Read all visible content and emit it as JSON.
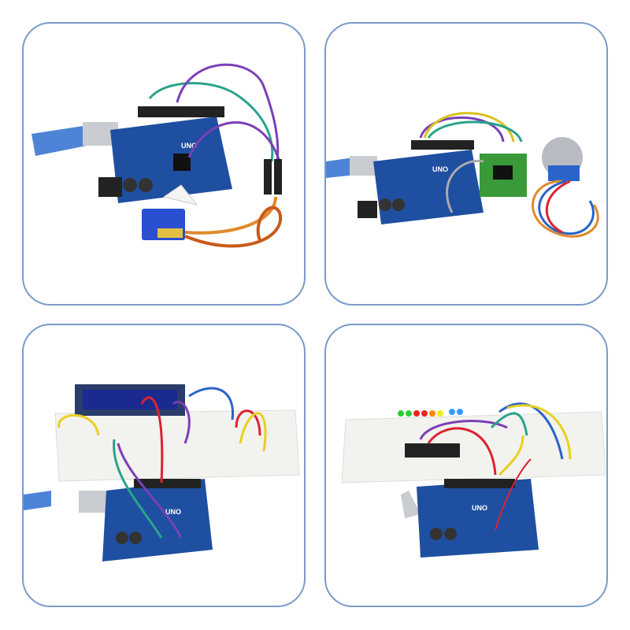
{
  "panels": [
    {
      "board_label": "UNO",
      "scene": "servo"
    },
    {
      "board_label": "UNO",
      "scene": "stepper-motor"
    },
    {
      "board_label": "UNO",
      "scene": "lcd-breadboard"
    },
    {
      "board_label": "UNO",
      "scene": "leds-breadboard"
    }
  ],
  "colors": {
    "border": "#7b9bc8",
    "board": "#1f4fa0",
    "usb": "#2f6fd0"
  }
}
